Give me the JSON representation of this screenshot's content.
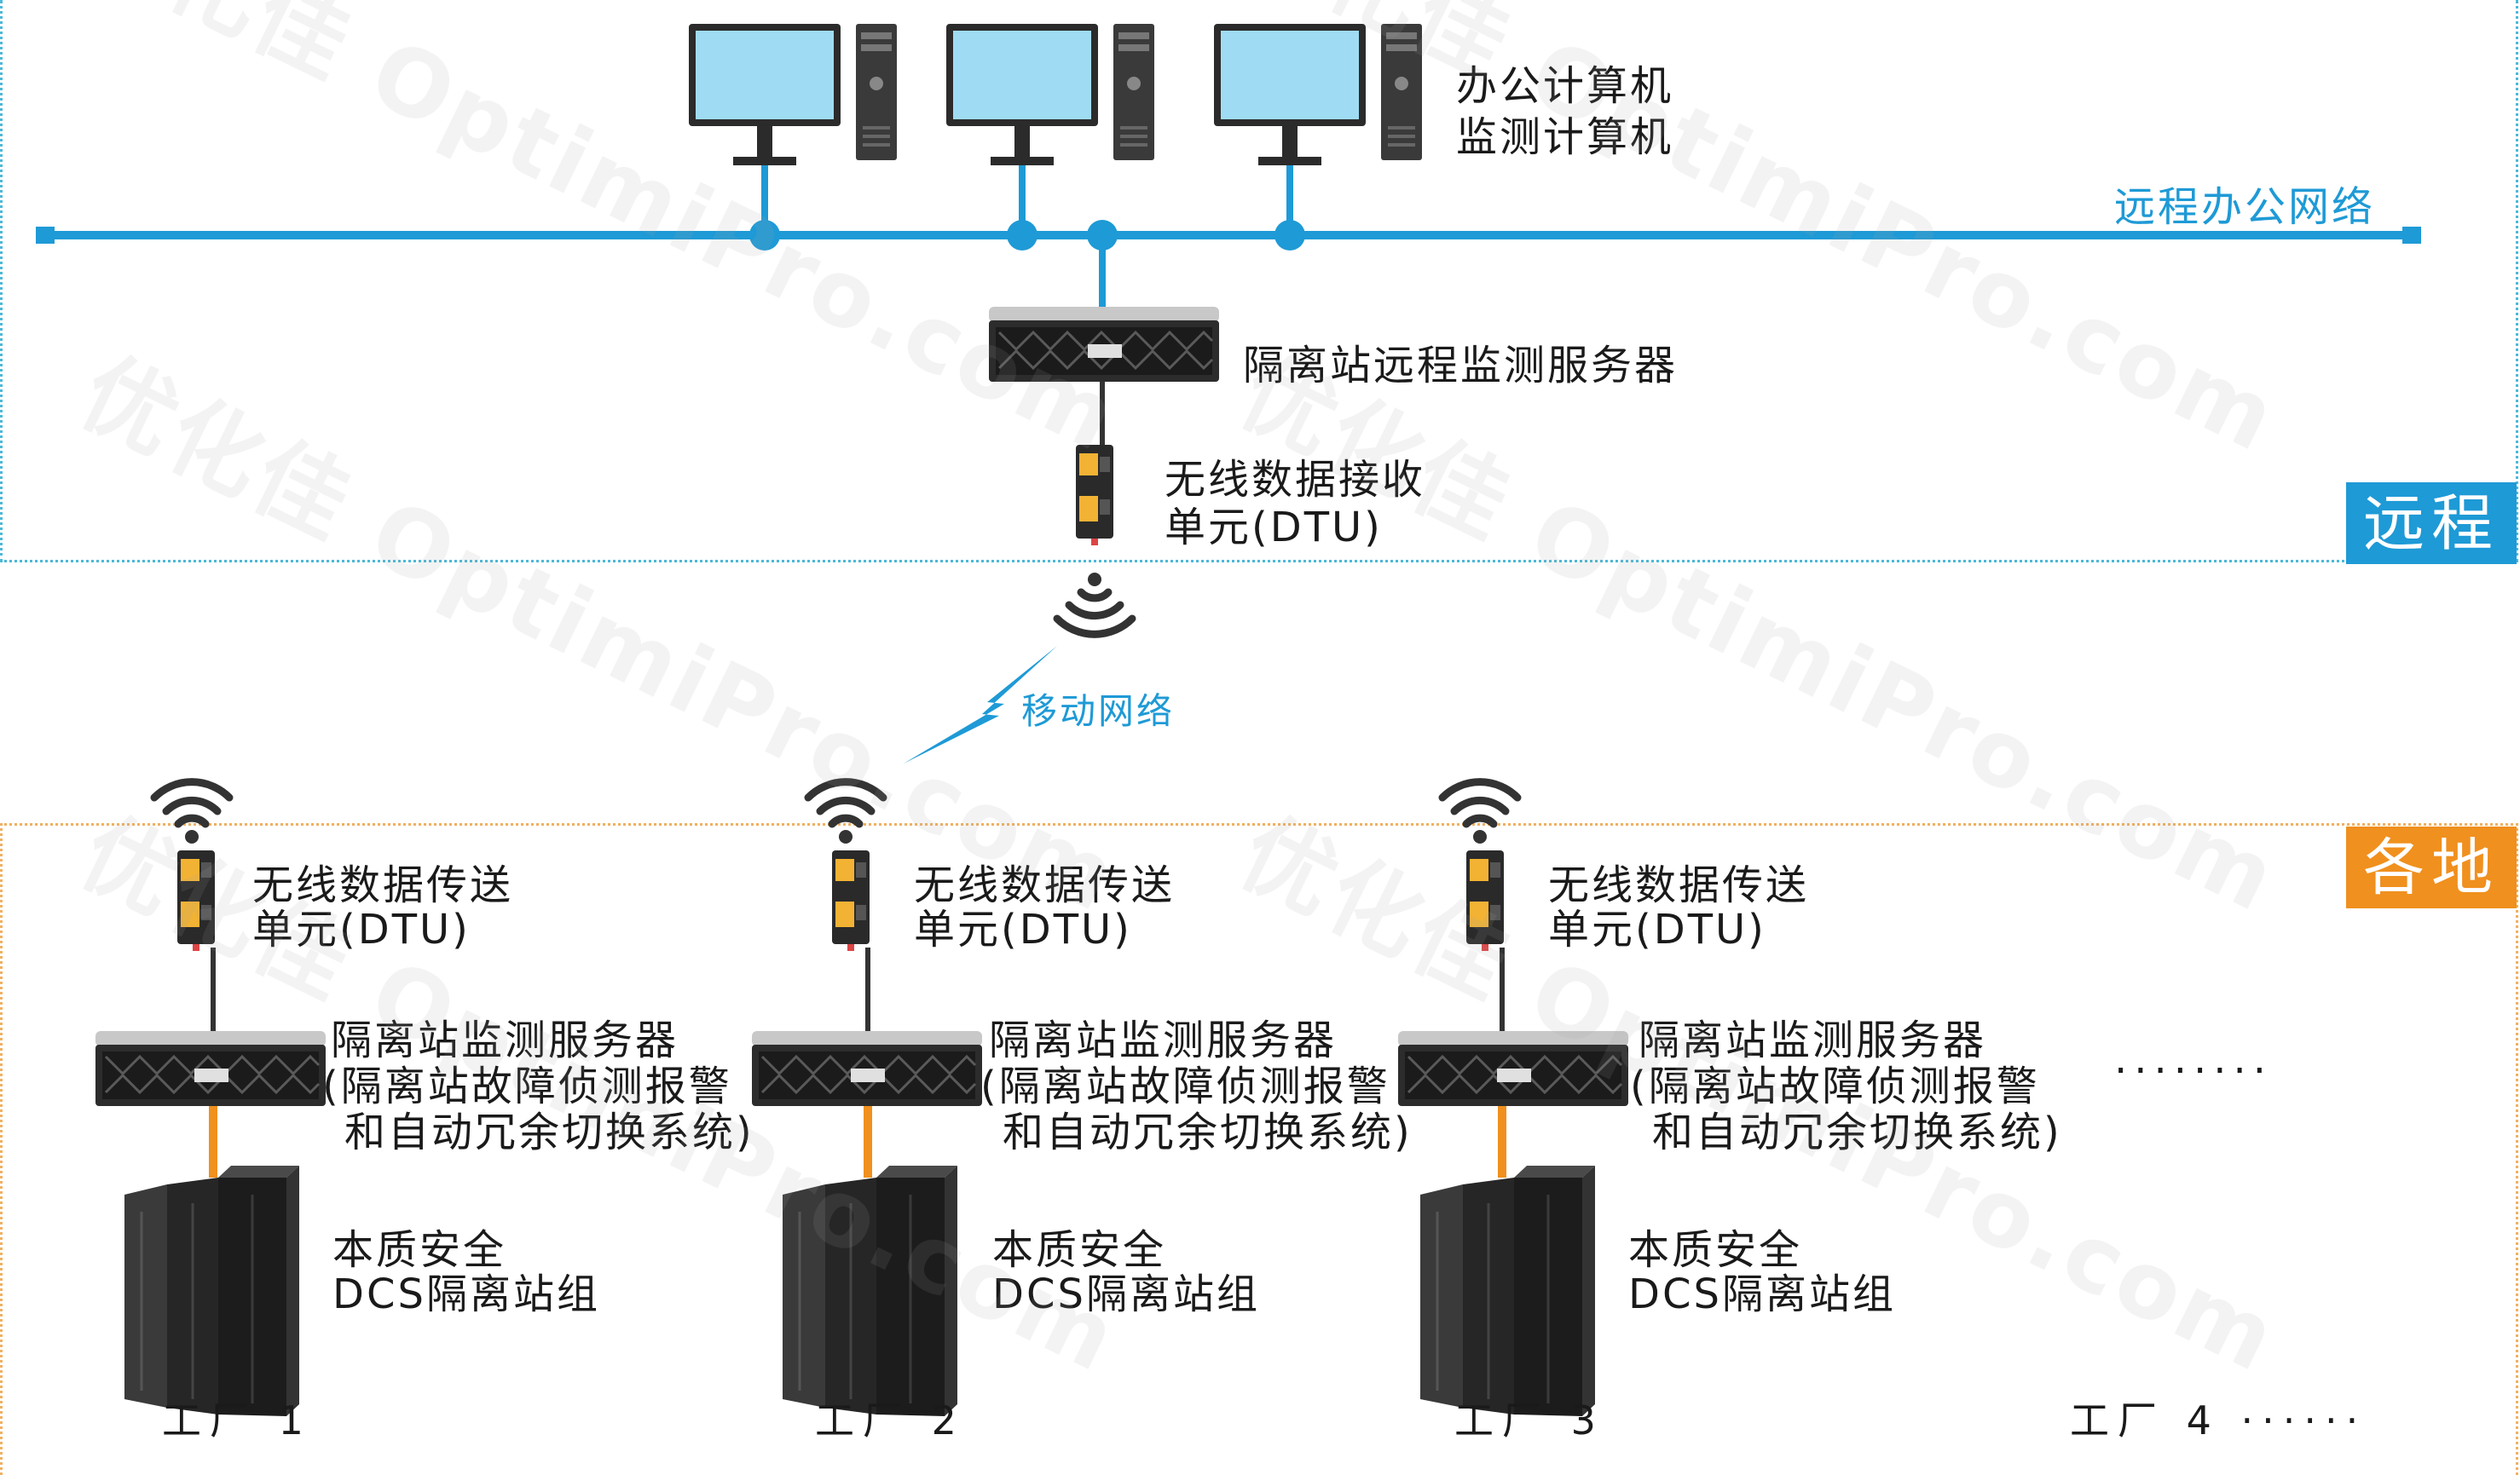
{
  "labels": {
    "office_pc_line1": "办公计算机",
    "office_pc_line2": "监测计算机",
    "remote_network": "远程办公网络",
    "remote_server": "隔离站远程监测服务器",
    "rx_dtu_line1": "无线数据接收",
    "rx_dtu_line2": "单元(DTU)",
    "mobile_network": "移动网络",
    "region_remote": "远程",
    "region_local": "各地"
  },
  "sites": [
    {
      "dtu_line1": "无线数据传送",
      "dtu_line2": "单元(DTU)",
      "server_line1": "隔离站监测服务器",
      "server_line2": "(隔离站故障侦测报警",
      "server_line3": "和自动冗余切换系统)",
      "rack_line1": "本质安全",
      "rack_line2": "DCS隔离站组",
      "factory": "工厂 1"
    },
    {
      "dtu_line1": "无线数据传送",
      "dtu_line2": "单元(DTU)",
      "server_line1": "隔离站监测服务器",
      "server_line2": "(隔离站故障侦测报警",
      "server_line3": "和自动冗余切换系统)",
      "rack_line1": "本质安全",
      "rack_line2": "DCS隔离站组",
      "factory": "工厂 2"
    },
    {
      "dtu_line1": "无线数据传送",
      "dtu_line2": "单元(DTU)",
      "server_line1": "隔离站监测服务器",
      "server_line2": "(隔离站故障侦测报警",
      "server_line3": "和自动冗余切换系统)",
      "rack_line1": "本质安全",
      "rack_line2": "DCS隔离站组",
      "factory": "工厂 3"
    }
  ],
  "more_dots": "········",
  "factory4": "工厂 4 ······",
  "watermark": {
    "cn": "优化佳",
    "en": "OptimiPro.com"
  },
  "colors": {
    "network": "#1e9ad6",
    "remote_tag": "#1e9ad6",
    "local_tag": "#f0901e",
    "power_line": "#f0901e"
  }
}
